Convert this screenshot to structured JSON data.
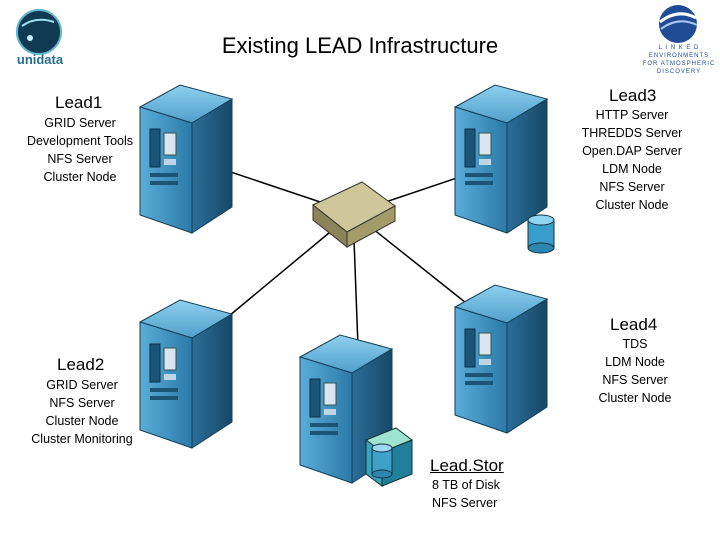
{
  "title": "Existing LEAD Infrastructure",
  "logos": {
    "left_text": "unidata",
    "right_lines": [
      "L I N K E D",
      "ENVIRONMENTS",
      "FOR ATMOSPHERIC",
      "DISCOVERY"
    ]
  },
  "nodes": {
    "lead1": {
      "name": "Lead1",
      "roles": [
        "GRID Server",
        "Development Tools",
        "NFS Server",
        "Cluster Node"
      ]
    },
    "lead3": {
      "name": "Lead3",
      "roles": [
        "HTTP Server",
        "THREDDS Server",
        "Open.DAP Server",
        "LDM Node",
        "NFS Server",
        "Cluster Node"
      ]
    },
    "lead4": {
      "name": "Lead4",
      "roles": [
        "TDS",
        "LDM Node",
        "NFS Server",
        "Cluster Node"
      ]
    },
    "lead2": {
      "name": "Lead2",
      "roles": [
        "GRID Server",
        "NFS Server",
        "Cluster Node",
        "Cluster Monitoring"
      ]
    },
    "leadstor": {
      "name": "Lead.Stor",
      "roles": [
        "8 TB of Disk",
        "NFS Server"
      ]
    }
  },
  "colors": {
    "server_blue": "#3d8fbf",
    "server_dark": "#1d5a82",
    "switch": "#c9c08a",
    "disk": "#4aa3c9"
  }
}
